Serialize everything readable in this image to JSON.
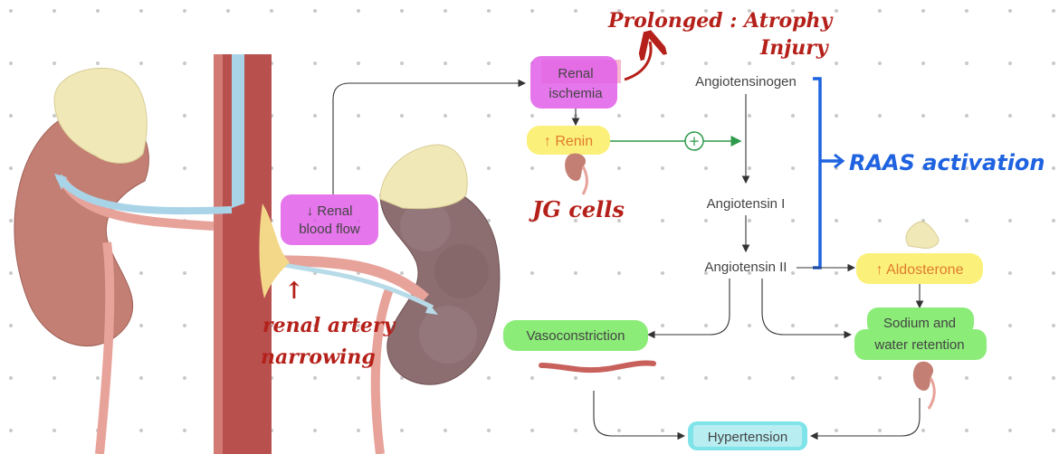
{
  "labels": {
    "renal_blood_flow_line1": "↓ Renal",
    "renal_blood_flow_line2": "blood flow",
    "renal_ischemia_line1": "Renal",
    "renal_ischemia_line2": "ischemia",
    "renin": "↑ Renin",
    "plus": "+",
    "angiotensinogen": "Angiotensinogen",
    "angiotensin_1": "Angiotensin I",
    "angiotensin_2": "Angiotensin II",
    "aldosterone": "↑ Aldosterone",
    "vasoconstriction": "Vasoconstriction",
    "sodium_line1": "Sodium and",
    "sodium_line2": "water retention",
    "hypertension": "Hypertension"
  },
  "annotations": {
    "prolonged_line1": "Prolonged : Atrophy",
    "prolonged_line2": "Injury",
    "raas": "RAAS activation",
    "jg_cells": "JG cells",
    "renal_artery_line1": "renal artery",
    "renal_artery_line2": "narrowing",
    "up_arrow": "↑"
  },
  "colors": {
    "magenta_highlight": "#e15ee8",
    "pink_highlight": "#f7b8cf",
    "yellow_highlight": "#fbf17a",
    "green_highlight": "#8bec78",
    "cyan_highlight": "#7fe3ea",
    "renin_arrow": "#2e9a4a",
    "blue_ink": "#1f63e0",
    "red_ink": "#b5211a",
    "label_orange": "#e07a2e"
  }
}
